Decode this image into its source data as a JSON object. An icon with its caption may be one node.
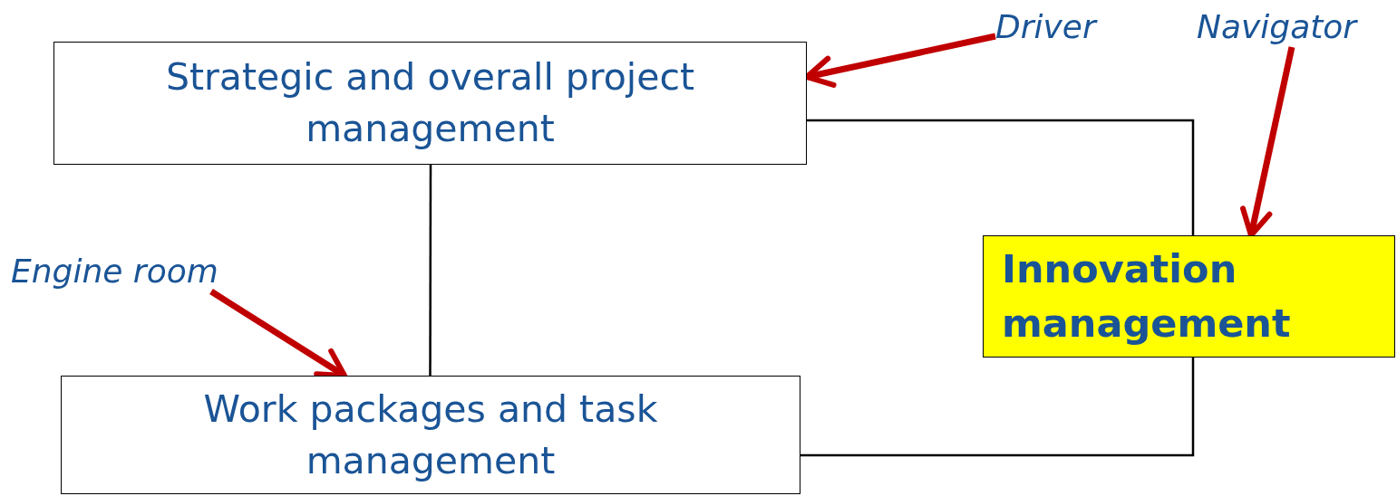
{
  "diagram": {
    "nodes": [
      {
        "text": [
          "Strategic and overall project management"
        ]
      },
      {
        "text": [
          "Innovation management"
        ]
      },
      {
        "text": [
          "Work packages and task management"
        ]
      },
      {
        "text": [
          "Driver"
        ]
      },
      {
        "text": [
          "Navigator"
        ]
      },
      {
        "text": [
          "Engine room"
        ]
      }
    ],
    "edges": [
      {
        "from": 0,
        "to": 2,
        "arrow": "none",
        "color": "#000000"
      },
      {
        "from": 0,
        "to": 1,
        "arrow": "none",
        "color": "#000000"
      },
      {
        "from": 2,
        "to": 1,
        "arrow": "none",
        "color": "#000000"
      },
      {
        "from": 3,
        "to": 0,
        "arrow": "to",
        "style": "thick",
        "color": "#c00000"
      },
      {
        "from": 4,
        "to": 1,
        "arrow": "to",
        "style": "thick",
        "color": "#c00000"
      },
      {
        "from": 5,
        "to": 2,
        "arrow": "to",
        "style": "thick",
        "color": "#c00000"
      }
    ]
  }
}
